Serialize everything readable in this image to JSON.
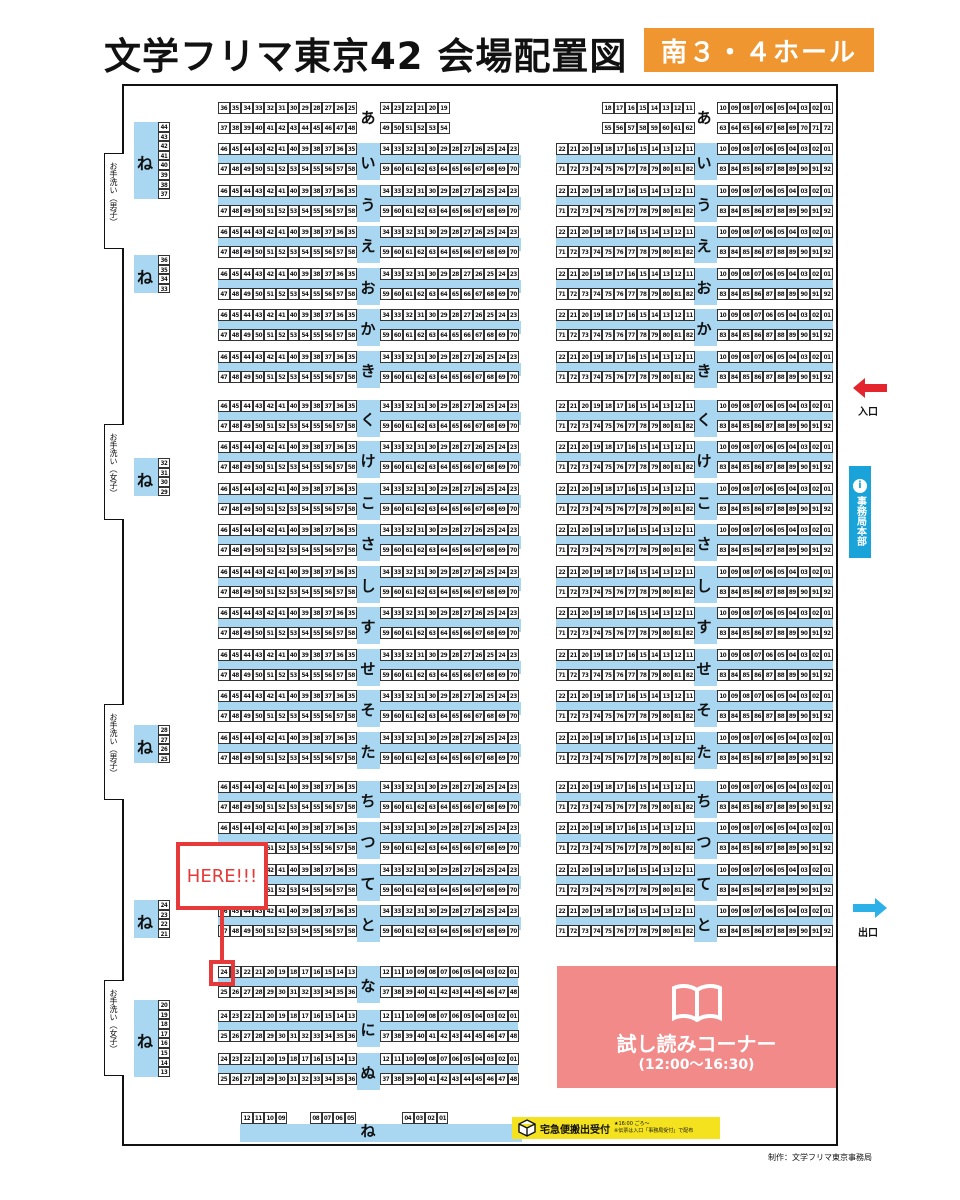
{
  "title": "文学フリマ東京42 会場配置図",
  "hall": "南３・４ホール",
  "entrance_label": "入口",
  "exit_label": "出口",
  "office_label": "事務局本部",
  "toilet_labels": [
    "お手洗い（男子）",
    "お手洗い（女子）",
    "お手洗い（男子）",
    "お手洗い（女子）"
  ],
  "try_reading": {
    "title": "試し読みコーナー",
    "hours": "(12:00〜16:30)"
  },
  "delivery": {
    "label": "宅急便搬出受付",
    "note1": "★16:00 ごろ〜",
    "note2": "※伝票は入口「事務局受付」で配布"
  },
  "credit": "制作：文学フリマ東京事務局",
  "here_label": "HERE!!!",
  "highlight_booth": "24",
  "ne_label": "ね",
  "ne_columns": [
    [
      "44",
      "43",
      "42",
      "41",
      "40",
      "39",
      "38",
      "37"
    ],
    [
      "36",
      "35",
      "34",
      "33"
    ],
    [
      "32",
      "31",
      "30",
      "29"
    ],
    [
      "28",
      "27",
      "26",
      "25"
    ],
    [
      "24",
      "23",
      "22",
      "21"
    ],
    [
      "20",
      "19",
      "18",
      "17",
      "16",
      "15",
      "14",
      "13"
    ]
  ],
  "row_a": {
    "kana": "あ",
    "top": [
      [
        "36",
        "35",
        "34",
        "33",
        "32",
        "31",
        "30",
        "29",
        "28",
        "27",
        "26",
        "25"
      ],
      [
        "24",
        "23",
        "22",
        "21",
        "20",
        "19"
      ],
      [
        "18",
        "17",
        "16",
        "15",
        "14",
        "13",
        "12",
        "11"
      ],
      [
        "10",
        "09",
        "08",
        "07",
        "06",
        "05",
        "04",
        "03",
        "02",
        "01"
      ]
    ],
    "bottom": [
      [
        "37",
        "38",
        "39",
        "40",
        "41",
        "42",
        "43",
        "44",
        "45",
        "46",
        "47",
        "48"
      ],
      [
        "49",
        "50",
        "51",
        "52",
        "53",
        "54"
      ],
      [
        "55",
        "56",
        "57",
        "58",
        "59",
        "60",
        "61",
        "62"
      ],
      [
        "63",
        "64",
        "65",
        "66",
        "67",
        "68",
        "69",
        "70",
        "71",
        "72"
      ]
    ]
  },
  "std_rows": {
    "kana": [
      "い",
      "う",
      "え",
      "お",
      "か",
      "き",
      "く",
      "け",
      "こ",
      "さ",
      "し",
      "す",
      "せ",
      "そ",
      "た",
      "ち",
      "つ",
      "て",
      "と"
    ],
    "top": [
      [
        "46",
        "45",
        "44",
        "43",
        "42",
        "41",
        "40",
        "39",
        "38",
        "37",
        "36",
        "35"
      ],
      [
        "34",
        "33",
        "32",
        "31",
        "30",
        "29",
        "28",
        "27",
        "26",
        "25",
        "24",
        "23"
      ],
      [
        "22",
        "21",
        "20",
        "19",
        "18",
        "17",
        "16",
        "15",
        "14",
        "13",
        "12",
        "11"
      ],
      [
        "10",
        "09",
        "08",
        "07",
        "06",
        "05",
        "04",
        "03",
        "02",
        "01"
      ]
    ],
    "bottom": [
      [
        "47",
        "48",
        "49",
        "50",
        "51",
        "52",
        "53",
        "54",
        "55",
        "56",
        "57",
        "58"
      ],
      [
        "59",
        "60",
        "61",
        "62",
        "63",
        "64",
        "65",
        "66",
        "67",
        "68",
        "69",
        "70"
      ],
      [
        "71",
        "72",
        "73",
        "74",
        "75",
        "76",
        "77",
        "78",
        "79",
        "80",
        "81",
        "82"
      ],
      [
        "83",
        "84",
        "85",
        "86",
        "87",
        "88",
        "89",
        "90",
        "91",
        "92"
      ]
    ]
  },
  "short_rows": {
    "kana": [
      "な",
      "に",
      "ぬ"
    ],
    "top": [
      [
        "24",
        "23",
        "22",
        "21",
        "20",
        "19",
        "18",
        "17",
        "16",
        "15",
        "14",
        "13"
      ],
      [
        "12",
        "11",
        "10",
        "09",
        "08",
        "07",
        "06",
        "05",
        "04",
        "03",
        "02",
        "01"
      ]
    ],
    "bottom": [
      [
        "25",
        "26",
        "27",
        "28",
        "29",
        "30",
        "31",
        "32",
        "33",
        "34",
        "35",
        "36"
      ],
      [
        "37",
        "38",
        "39",
        "40",
        "41",
        "42",
        "43",
        "44",
        "45",
        "46",
        "47",
        "48"
      ]
    ]
  },
  "bottom_row": {
    "kana": "ね",
    "groups": [
      [
        "12",
        "11",
        "10",
        "09"
      ],
      [
        "08",
        "07",
        "06",
        "05"
      ],
      [
        "04",
        "03",
        "02",
        "01"
      ]
    ]
  }
}
